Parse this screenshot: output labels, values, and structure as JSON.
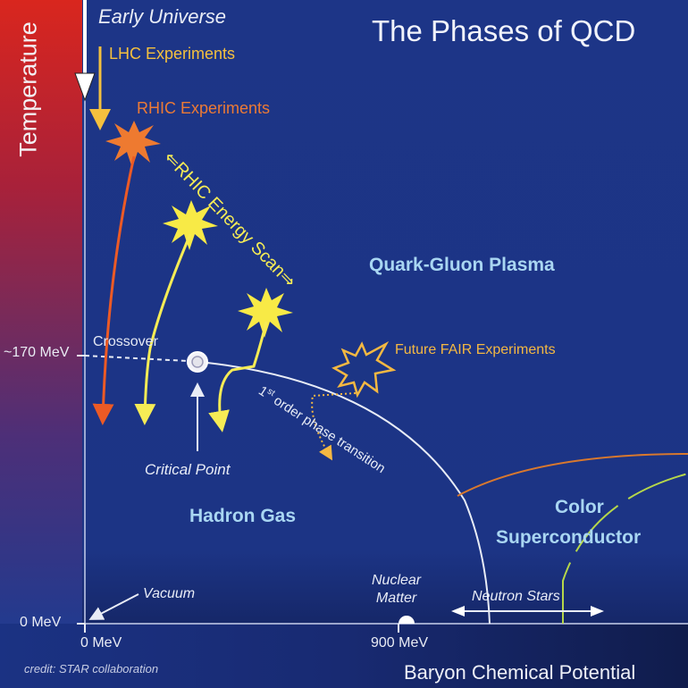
{
  "diagram": {
    "title": "The Phases of QCD",
    "axes": {
      "y_label": "Temperature",
      "x_label": "Baryon Chemical Potential",
      "y_ticks": [
        "~170 MeV",
        "0 MeV"
      ],
      "x_ticks": [
        "0 MeV",
        "900 MeV"
      ]
    },
    "labels": {
      "early_universe": "Early Universe",
      "lhc": "LHC Experiments",
      "rhic": "RHIC Experiments",
      "rhic_energy_scan": "⇐RHIC Energy Scan⇒",
      "qgp": "Quark-Gluon Plasma",
      "fair": "Future FAIR Experiments",
      "crossover": "Crossover",
      "critical_point": "Critical Point",
      "first_order_prefix": "1",
      "first_order_sup": "st",
      "first_order_text": " order phase transition",
      "hadron_gas": "Hadron Gas",
      "color_line1": "Color",
      "color_line2": "Superconductor",
      "vacuum": "Vacuum",
      "nuclear_line1": "Nuclear",
      "nuclear_line2": "Matter",
      "neutron_stars": "Neutron Stars",
      "credit": "credit: STAR collaboration"
    },
    "colors": {
      "background": "#1c3585",
      "temperature_bar_top": "#d9261e",
      "region_label": "#a9d6f2",
      "lhc": "#f4c03e",
      "rhic": "#ec7a35",
      "energy_scan": "#f6ec55",
      "fair": "#f4b842",
      "phase_line": "#e8ecf6",
      "csc_orange_line": "#d8782e",
      "csc_green_line": "#b6d74a"
    }
  }
}
